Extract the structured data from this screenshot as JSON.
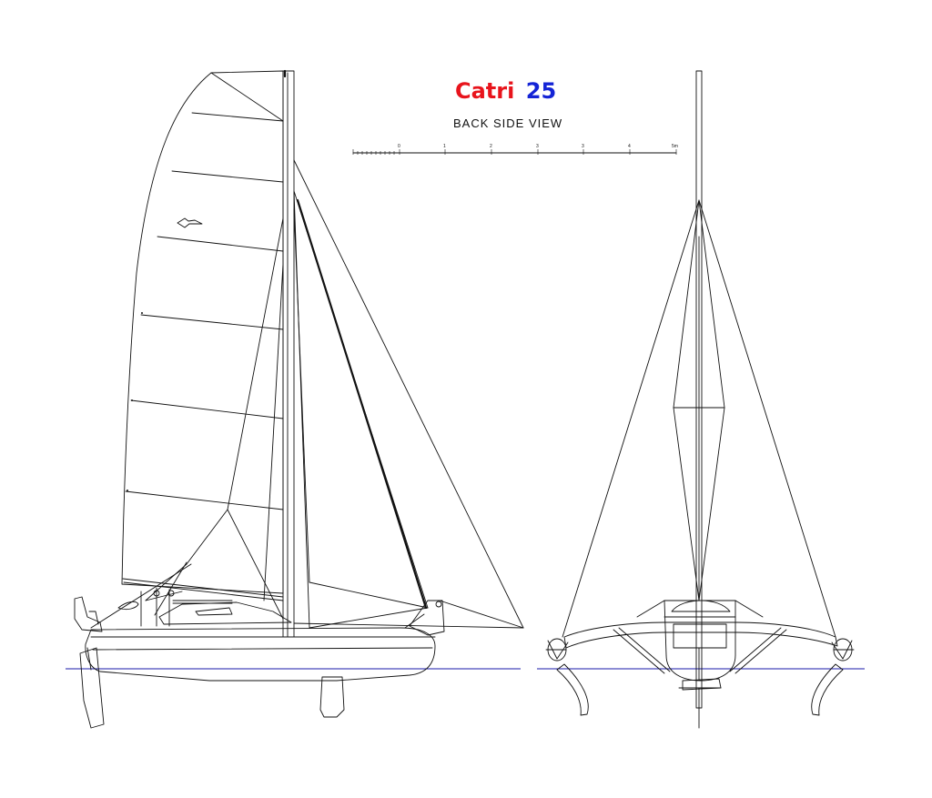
{
  "title": {
    "part1": "Catri",
    "part2": "25"
  },
  "subtitle": "BACK SIDE VIEW",
  "scale": {
    "labels": [
      "0",
      "1",
      "2",
      "3",
      "3",
      "4",
      "5m"
    ]
  },
  "colors": {
    "title_part1": "#e8141c",
    "title_part2": "#1424d6",
    "waterline": "#1a1aa8",
    "ink": "#111111"
  }
}
